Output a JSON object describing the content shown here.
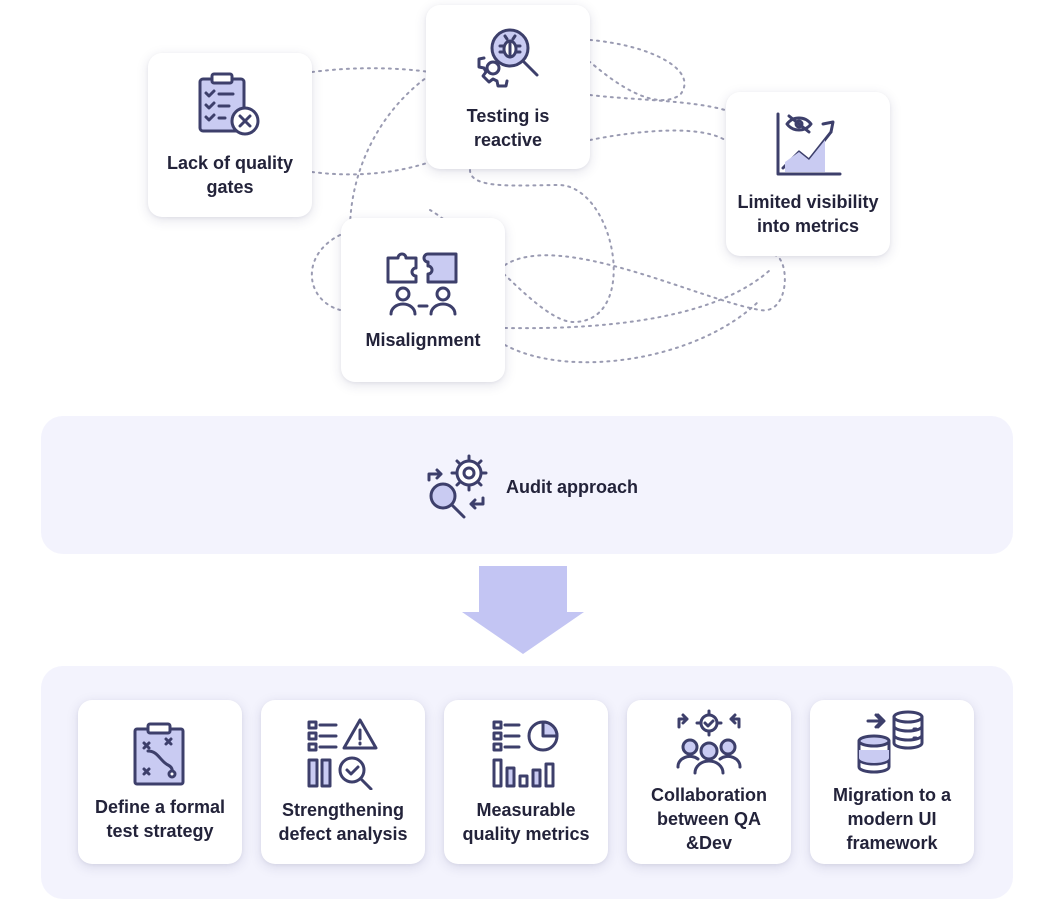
{
  "problems": {
    "quality_gates": {
      "label_line1": "Lack of quality",
      "label_line2": "gates",
      "icon": "clipboard-checklist-x-icon"
    },
    "reactive": {
      "label": "Testing is reactive",
      "icon": "bug-search-gear-icon"
    },
    "visibility": {
      "label_line1": "Limited visibility",
      "label_line2": "into metrics",
      "icon": "hidden-chart-icon"
    },
    "misalignment": {
      "label": "Misalignment",
      "icon": "puzzle-people-icon"
    }
  },
  "audit": {
    "label": "Audit approach",
    "icon": "search-gear-cycle-icon"
  },
  "solutions": [
    {
      "line1": "Define a formal",
      "line2": "test strategy",
      "line3": "",
      "icon": "clipboard-strategy-icon"
    },
    {
      "line1": "Strengthening",
      "line2": "defect analysis",
      "line3": "",
      "icon": "list-warning-search-icon"
    },
    {
      "line1": "Measurable",
      "line2": "quality metrics",
      "line3": "",
      "icon": "list-bar-pie-icon"
    },
    {
      "line1": "Collaboration",
      "line2": "between QA",
      "line3": "&Dev",
      "icon": "team-gear-icon"
    },
    {
      "line1": "Migration to a",
      "line2": "modern UI",
      "line3": "framework",
      "icon": "database-migration-icon"
    }
  ],
  "colors": {
    "icon_stroke": "#3d3f6b",
    "icon_fill": "#c9cbf2",
    "panel_bg": "#f3f3fd",
    "arrow": "#c3c5f3",
    "dotted_line": "#9a9bb2",
    "text": "#23233a"
  }
}
